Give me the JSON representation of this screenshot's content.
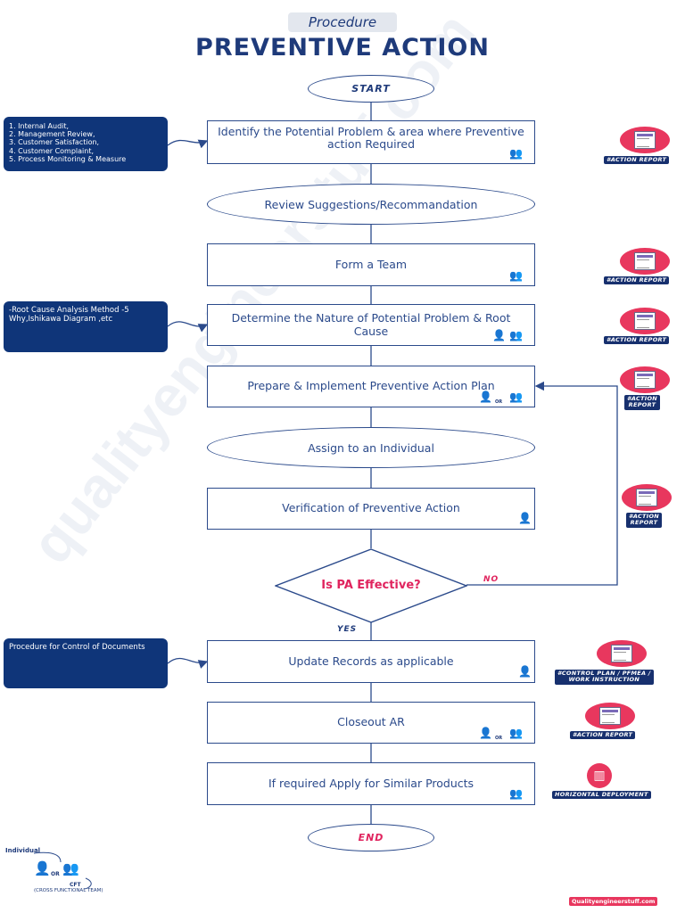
{
  "header": {
    "pill": "Procedure",
    "title": "PREVENTIVE ACTION"
  },
  "terminals": {
    "start": "START",
    "end": "END"
  },
  "steps": [
    "Identify the Potential Problem & area where Preventive action Required",
    "Review Suggestions/Recommandation",
    "Form a Team",
    "Determine the Nature of Potential Problem & Root Cause",
    "Prepare & Implement Preventive Action Plan",
    "Assign to an Individual",
    "Verification of Preventive Action",
    "Update Records as applicable",
    "Closeout AR",
    "If required Apply for Similar Products"
  ],
  "decision": {
    "text": "Is PA Effective?",
    "no": "NO",
    "yes": "YES"
  },
  "notes": {
    "inputs": "1. Internal Audit,\n2. Management Review,\n3. Customer Satisfaction,\n4. Customer Complaint,\n5. Process Monitoring & Measure",
    "rca": "-Root Cause Analysis Method -5 Why,Ishikawa Diagram ,etc",
    "docs": "Procedure for Control of Documents"
  },
  "tags": {
    "action_report": "#ACTION REPORT",
    "action_report_split": "#ACTION\nREPORT",
    "control_plan": "#CONTROL PLAN / PFMEA /\nWORK INSTRUCTION",
    "horizontal": "HORIZONTAL DEPLOYMENT"
  },
  "or_label": "OR",
  "legend": {
    "individual": "Individual",
    "or": "OR",
    "cft": "CFT",
    "cft_full": "(CROSS FUNCTIONAL TEAM)"
  },
  "watermark": "qualityengineerstuff.com",
  "footer_link": "Qualityengineerstuff.com",
  "colors": {
    "navy": "#0f3579",
    "pink": "#e8375e",
    "teal": "#1fb6c9",
    "outline": "#2b4a8b"
  }
}
